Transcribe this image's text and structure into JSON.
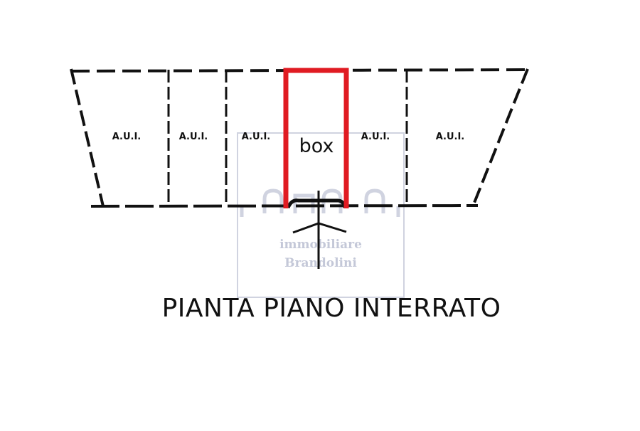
{
  "plan": {
    "units": [
      "A.U.I.",
      "A.U.I.",
      "A.U.I.",
      "A.U.I.",
      "A.U.I."
    ],
    "highlight_label": "box",
    "highlight_color": "#e01b22"
  },
  "watermark": {
    "line1": "immobiliare",
    "line2": "Brandolini"
  },
  "title": "PIANTA PIANO INTERRATO"
}
